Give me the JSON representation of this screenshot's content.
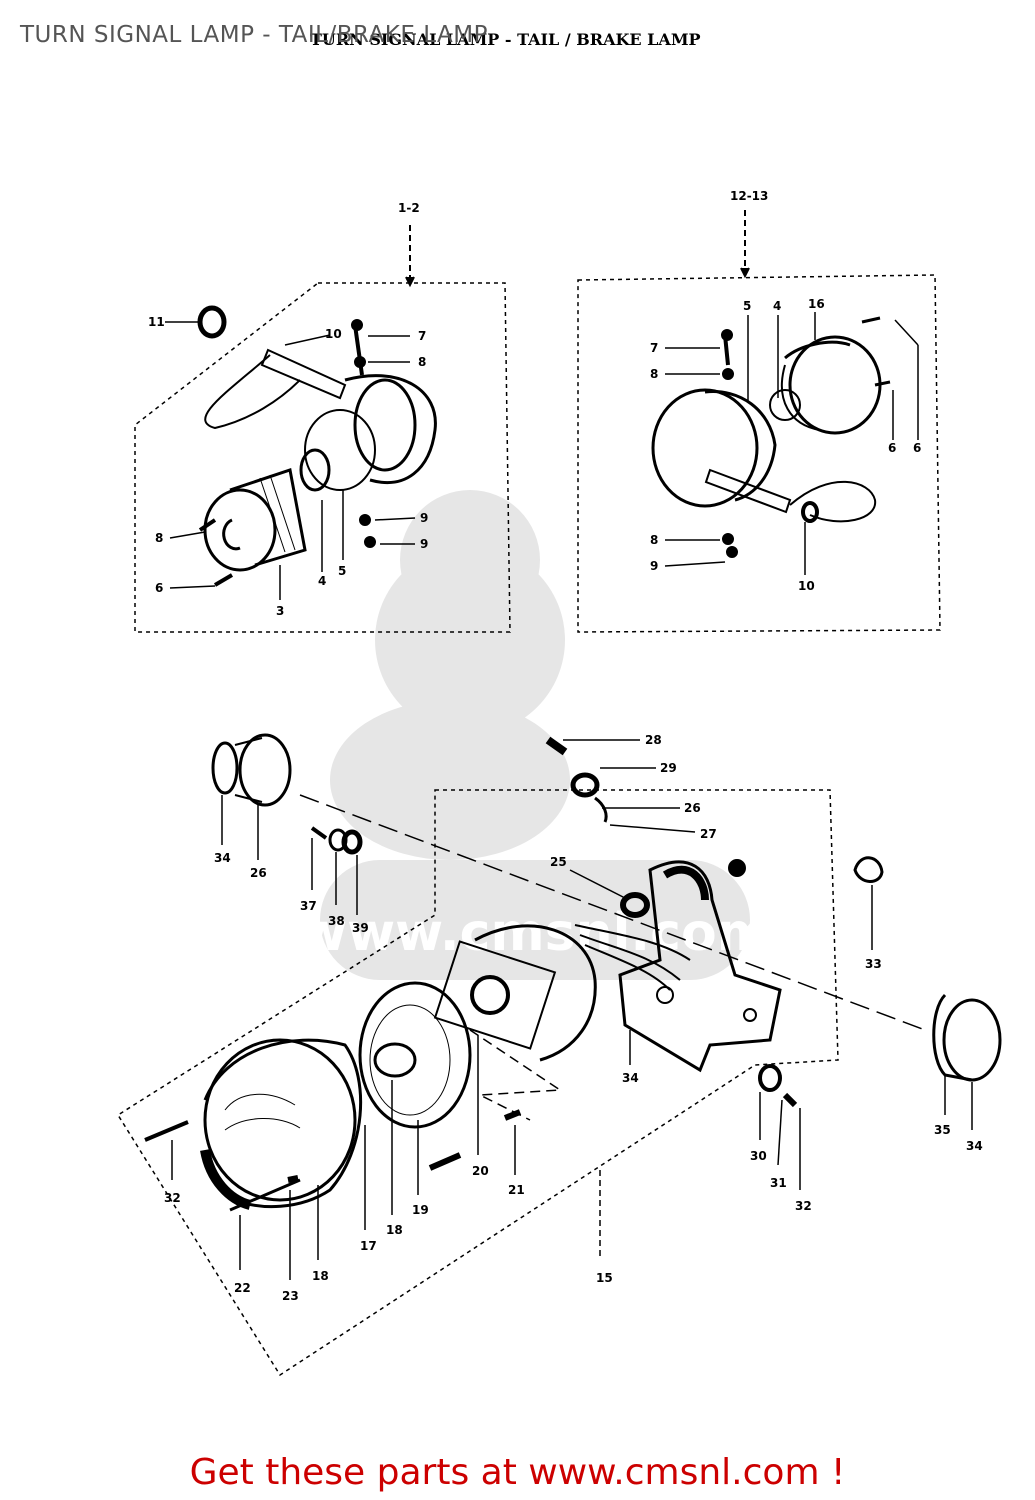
{
  "header": {
    "title": "TURN SIGNAL LAMP - TAIL/BRAKE LAMP"
  },
  "diagram": {
    "heading_scan": "TURN SIGNAL LAMP - TAIL / BRAKE LAMP",
    "groups": [
      {
        "id": "front-turn-signal",
        "label": "1-2"
      },
      {
        "id": "rear-turn-signal",
        "label": "12-13"
      },
      {
        "id": "tail-lamp-assembly",
        "label": "15"
      }
    ],
    "part_labels": {
      "p11": "11",
      "p10a": "10",
      "p7a": "7",
      "p8a": "8",
      "p8b": "8",
      "p6a": "6",
      "p9a": "9",
      "p9b": "9",
      "p4a": "4",
      "p5a": "5",
      "p3a": "3",
      "p5b": "5",
      "p4b": "4",
      "p16": "16",
      "p7b": "7",
      "p8c": "8",
      "p6b": "6",
      "p6c": "6",
      "p8d": "8",
      "p9c": "9",
      "p10b": "10",
      "p28": "28",
      "p29": "29",
      "p26a": "26",
      "p27a": "27",
      "p25a": "25",
      "p34a": "34",
      "p26b": "26",
      "p37": "37",
      "p38": "38",
      "p39": "39",
      "p33": "33",
      "p34b": "34",
      "p35": "35",
      "p34c": "34",
      "p30": "30",
      "p31": "31",
      "p32a": "32",
      "p32b": "32",
      "p22a": "22",
      "p23": "23",
      "p18a": "18",
      "p17": "17",
      "p18b": "18",
      "p19": "19",
      "p20": "20",
      "p21": "21"
    },
    "watermark": "www.cmsnl.com"
  },
  "footer": {
    "text": "Get these parts at www.cmsnl.com !",
    "color": "#cc0000"
  },
  "colors": {
    "ink": "#000000",
    "watermark": "#e6e6e6",
    "title": "#555555"
  }
}
